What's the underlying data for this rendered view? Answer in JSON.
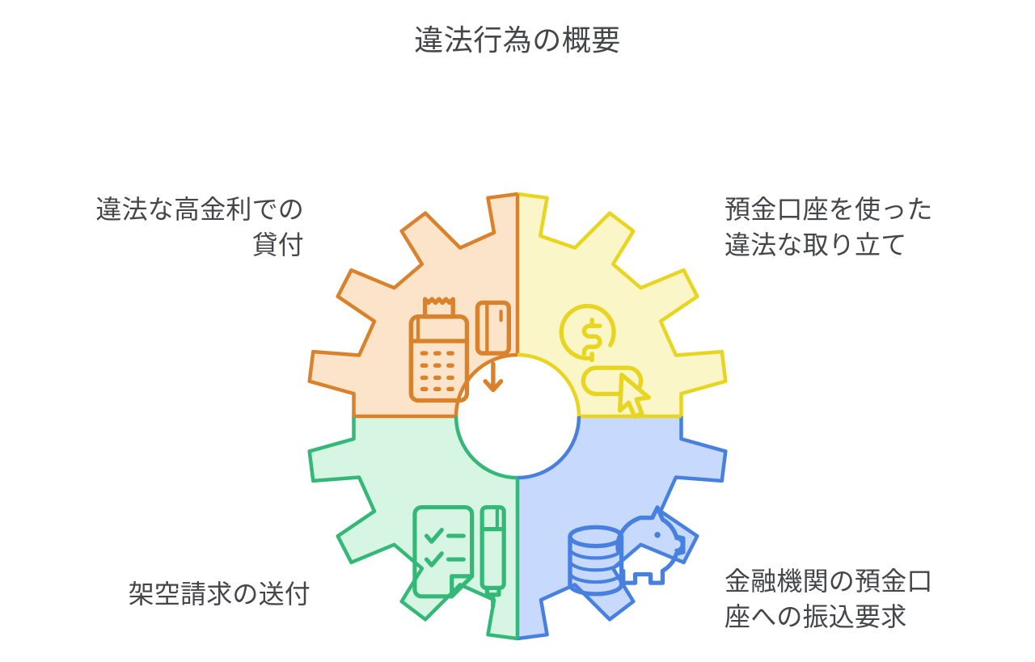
{
  "page": {
    "title": "違法行為の概要",
    "background_color": "#ffffff",
    "text_color": "#44464a"
  },
  "diagram": {
    "type": "segmented-gear",
    "teeth_count": 12,
    "segment_count": 4,
    "hub": {
      "shape": "circle",
      "fill": "#ffffff"
    },
    "segments": [
      {
        "id": "top-left",
        "position": "top-left",
        "label": "違法な高金利での\n貸付",
        "label_align": "right",
        "fill_color": "#FCE4CA",
        "stroke_color": "#D9822B",
        "icon": "card-payment-terminal-icon"
      },
      {
        "id": "top-right",
        "position": "top-right",
        "label": "預金口座を使った\n違法な取り立て",
        "label_align": "left",
        "fill_color": "#FBF6C8",
        "stroke_color": "#E8D521",
        "icon": "dollar-coin-click-icon"
      },
      {
        "id": "bottom-left",
        "position": "bottom-left",
        "label": "架空請求の送付",
        "label_align": "right",
        "fill_color": "#D6F5E3",
        "stroke_color": "#34B877",
        "icon": "checklist-pen-icon"
      },
      {
        "id": "bottom-right",
        "position": "bottom-right",
        "label": "金融機関の預金口\n座への振込要求",
        "label_align": "left",
        "fill_color": "#C7D9FC",
        "stroke_color": "#4880E0",
        "icon": "piggy-bank-coins-icon"
      }
    ]
  }
}
